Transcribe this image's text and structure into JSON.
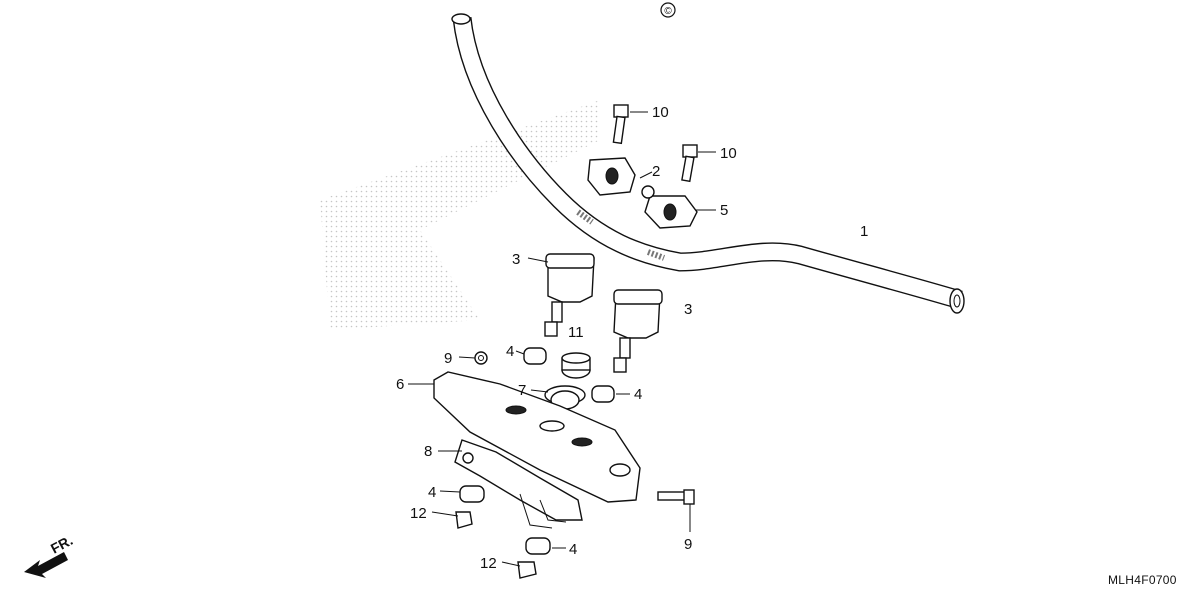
{
  "diagram": {
    "code": "MLH4F0700",
    "front_label": "FR.",
    "copyright_mark": "©",
    "colors": {
      "line": "#111111",
      "background": "#ffffff",
      "shading": "#cccccc"
    },
    "callouts": [
      {
        "id": "c1",
        "label": "1"
      },
      {
        "id": "c2",
        "label": "2"
      },
      {
        "id": "c3a",
        "label": "3"
      },
      {
        "id": "c3b",
        "label": "3"
      },
      {
        "id": "c4a",
        "label": "4"
      },
      {
        "id": "c4b",
        "label": "4"
      },
      {
        "id": "c4c",
        "label": "4"
      },
      {
        "id": "c4d",
        "label": "4"
      },
      {
        "id": "c5",
        "label": "5"
      },
      {
        "id": "c6",
        "label": "6"
      },
      {
        "id": "c7",
        "label": "7"
      },
      {
        "id": "c8",
        "label": "8"
      },
      {
        "id": "c9a",
        "label": "9"
      },
      {
        "id": "c9b",
        "label": "9"
      },
      {
        "id": "c10a",
        "label": "10"
      },
      {
        "id": "c10b",
        "label": "10"
      },
      {
        "id": "c11",
        "label": "11"
      },
      {
        "id": "c12a",
        "label": "12"
      },
      {
        "id": "c12b",
        "label": "12"
      }
    ]
  }
}
